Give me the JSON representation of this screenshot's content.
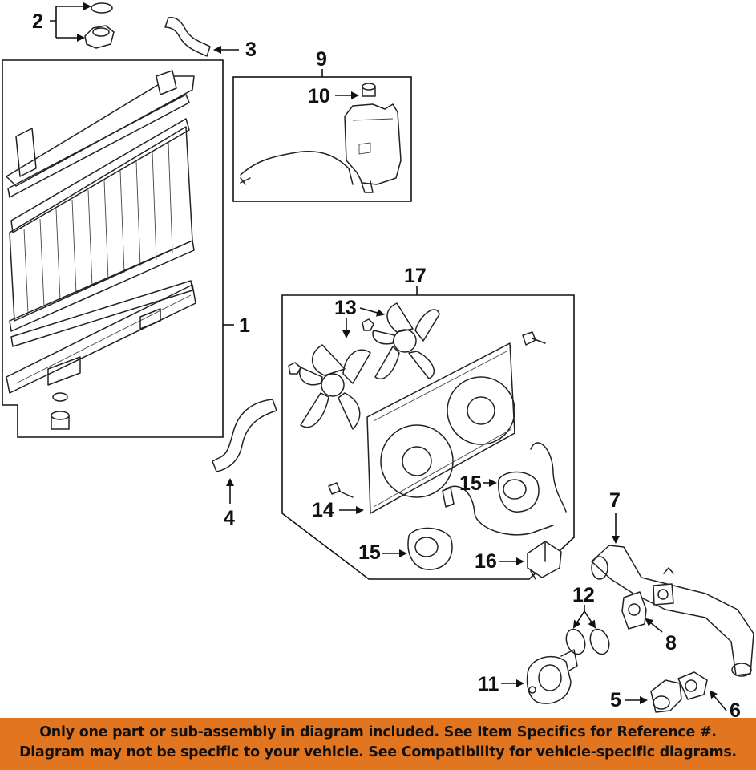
{
  "callouts": {
    "c1": "1",
    "c2": "2",
    "c3": "3",
    "c4": "4",
    "c5": "5",
    "c6": "6",
    "c7": "7",
    "c8": "8",
    "c9": "9",
    "c10": "10",
    "c11": "11",
    "c12": "12",
    "c13": "13",
    "c14": "14",
    "c15a": "15",
    "c15b": "15",
    "c16": "16",
    "c17": "17"
  },
  "banner": {
    "line1": "Only one part or sub-assembly in diagram included. See Item Specifics for Reference #.",
    "line2": "Diagram may not be specific to your vehicle. See Compatibility for vehicle-specific diagrams."
  },
  "colors": {
    "banner_bg": "#e27620",
    "ink": "#111111"
  }
}
